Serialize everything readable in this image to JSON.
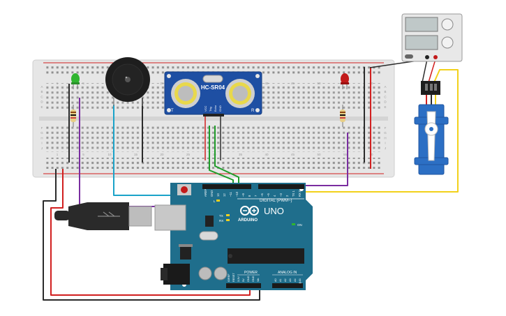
{
  "sensor": {
    "model": "HC-SR04",
    "pins": [
      "VCC",
      "Trig",
      "Echo",
      "GND"
    ],
    "side_left": "T",
    "side_right": "R"
  },
  "arduino": {
    "brand": "ARDUINO",
    "model": "UNO",
    "digital_header": "DIGITAL (PWM~)",
    "power_header": "POWER",
    "analog_header": "ANALOG IN",
    "tx": "TX",
    "rx": "RX",
    "l_led": "L",
    "on_led": "ON",
    "digital_pins": [
      "AREF",
      "GND",
      "13",
      "12",
      "~11",
      "~10",
      "~9",
      "8",
      "7",
      "~6",
      "~5",
      "4",
      "~3",
      "2",
      "TX 1",
      "RX 0"
    ],
    "power_pins": [
      "IOREF",
      "RESET",
      "3.3V",
      "5V",
      "GND",
      "GND",
      "Vin"
    ],
    "analog_pins": [
      "A0",
      "A1",
      "A2",
      "A3",
      "A4",
      "A5"
    ]
  },
  "breadboard": {
    "column_labels": [
      "1",
      "5",
      "10",
      "15",
      "20",
      "25",
      "30",
      "35",
      "40",
      "45",
      "50",
      "55",
      "60"
    ],
    "row_labels_top": [
      "A",
      "B",
      "C",
      "D",
      "E"
    ],
    "row_labels_bottom": [
      "F",
      "G",
      "H",
      "I",
      "J"
    ]
  },
  "colors": {
    "wire_black": "#2b2b2b",
    "wire_red": "#d11f1f",
    "wire_purple": "#7a2da0",
    "wire_cyan": "#1aa3c9",
    "wire_green": "#1f9c2a",
    "wire_yellow": "#f2d11b",
    "board_teal": "#1f6e8c",
    "sensor_blue": "#1e4fa3",
    "servo_blue": "#2c6fc4",
    "led_green": "#2fb52f",
    "led_red": "#c21a1a"
  }
}
